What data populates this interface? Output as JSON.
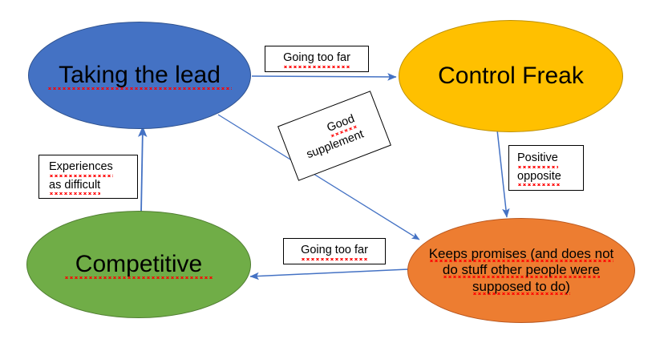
{
  "diagram": {
    "title": "Taking the lead / Control Freak / Competitive behaviour loop",
    "background": "#ffffff",
    "edge_color": "#4472C4",
    "nodes": [
      {
        "id": "taking-the-lead",
        "label": "Taking the lead",
        "fill": "#4472C4",
        "stroke": "#2F528F",
        "text_color": "#000000",
        "spellcheck_underline": true
      },
      {
        "id": "control-freak",
        "label": "Control Freak",
        "fill": "#FFC000",
        "stroke": "#BF9000",
        "text_color": "#000000",
        "spellcheck_underline": false
      },
      {
        "id": "competitive",
        "label": "Competitive",
        "fill": "#70AD47",
        "stroke": "#507E32",
        "text_color": "#000000",
        "spellcheck_underline": true
      },
      {
        "id": "keeps-promises",
        "label_line1": "Keeps promises (and does not",
        "label_line2": "do stuff other people were",
        "label_line3": "supposed to do)",
        "fill": "#ED7D31",
        "stroke": "#B9571F",
        "text_color": "#000000",
        "spellcheck_underline": true
      }
    ],
    "edges": [
      {
        "id": "lead-to-control-freak",
        "from": "taking-the-lead",
        "to": "control-freak",
        "label": "Going too far",
        "direction": "right"
      },
      {
        "id": "control-freak-to-keeps-promises",
        "from": "control-freak",
        "to": "keeps-promises",
        "label_line1": "Positive",
        "label_line2": "opposite",
        "direction": "down"
      },
      {
        "id": "keeps-promises-to-competitive",
        "from": "keeps-promises",
        "to": "competitive",
        "label": "Going too far",
        "direction": "left"
      },
      {
        "id": "competitive-to-lead",
        "from": "competitive",
        "to": "taking-the-lead",
        "label_line1": "Experiences",
        "label_line2": "as difficult",
        "direction": "up"
      },
      {
        "id": "lead-to-keeps-promises",
        "from": "taking-the-lead",
        "to": "keeps-promises",
        "label_line1": "Good",
        "label_line2": "supplement",
        "direction": "diagonal-down-right"
      }
    ]
  }
}
